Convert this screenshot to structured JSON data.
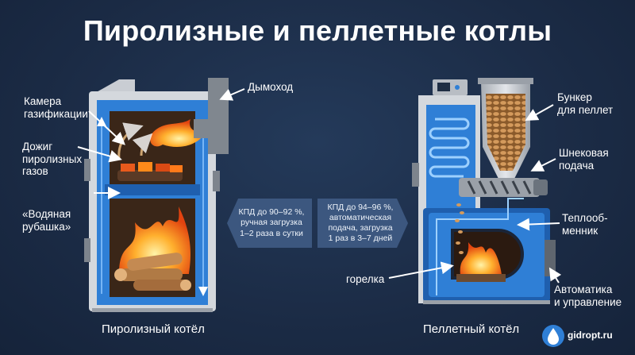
{
  "title": "Пиролизные и пеллетные котлы",
  "pyrolysis": {
    "caption": "Пиролизный котёл",
    "labels": {
      "chamber_1": "Камера",
      "chamber_2": "газификации",
      "afterburn_1": "Дожиг",
      "afterburn_2": "пиролизных",
      "afterburn_3": "газов",
      "jacket_1": "«Водяная",
      "jacket_2": "рубашка»",
      "chimney": "Дымоход"
    },
    "info": {
      "line1": "КПД до 90–92 %,",
      "line2": "ручная загрузка",
      "line3": "1–2 раза в сутки"
    }
  },
  "pellet": {
    "caption": "Пеллетный котёл",
    "labels": {
      "hopper_1": "Бункер",
      "hopper_2": "для пеллет",
      "auger_1": "Шнековая",
      "auger_2": "подача",
      "exchanger_1": "Теплооб-",
      "exchanger_2": "менник",
      "burner": "горелка",
      "automation_1": "Автоматика",
      "automation_2": "и управление"
    },
    "info": {
      "line1": "КПД до 94–96 %,",
      "line2": "автоматическая",
      "line3": "подача, загрузка",
      "line4": "1 раз в 3–7 дней"
    }
  },
  "logo": {
    "text": "gidropt.ru",
    "icon": "water-drop-icon"
  },
  "colors": {
    "background": "#1d2f4a",
    "water_jacket": "#2f7fd6",
    "boiler_body": "#d7dbe0",
    "fire": "#ff8a1a",
    "pellet": "#c98a4b"
  }
}
